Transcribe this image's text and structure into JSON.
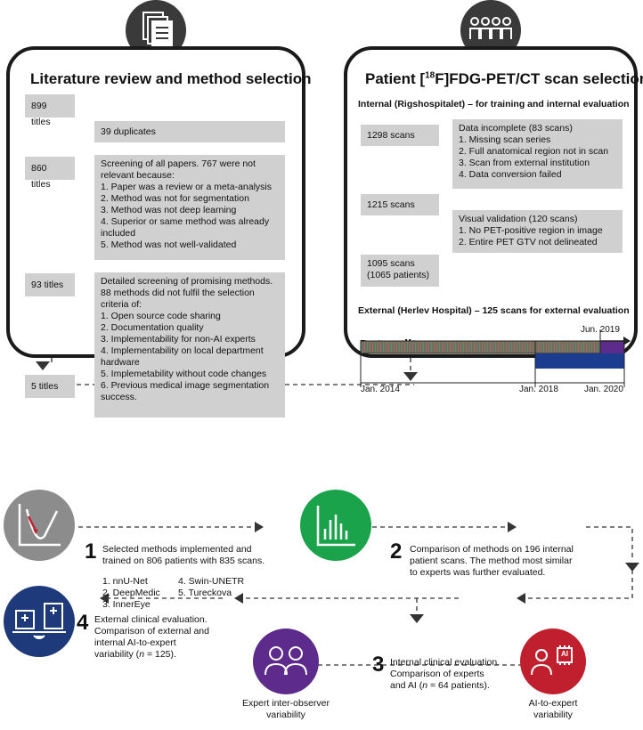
{
  "lit": {
    "title": "Literature review and method selection",
    "b899": "899 titles",
    "b39": "39 duplicates",
    "b860": "860 titles",
    "screen": [
      "Screening of all papers. 767 were not",
      "relevant because:",
      "1. Paper was a review or a meta-analysis",
      "2. Method was not for segmentation",
      "3. Method was not deep learning",
      "4. Superior or same method was already",
      "included",
      "5. Method was not well-validated"
    ],
    "b93": "93 titles",
    "detail": [
      "Detailed screening of promising methods.",
      "88 methods did not fulfil the selection",
      "criteria of:",
      "1. Open source code sharing",
      "2. Documentation quality",
      "3. Implementability for non-AI experts",
      "4. Implementability on local department",
      "hardware",
      "5. Implemetability without code changes",
      "6. Previous medical image segmentation",
      "success."
    ],
    "b5": "5 titles"
  },
  "pat": {
    "title_pre": "Patient [",
    "title_sup": "18",
    "title_post": "F]FDG-PET/CT scan selection",
    "internal": "Internal (Rigshospitalet) – for training and internal evaluation",
    "b1298": "1298 scans",
    "incomplete": [
      "Data incomplete (83 scans)",
      "1. Missing scan series",
      "2. Full anatomical region not in scan",
      "3. Scan from external institution",
      "4. Data conversion failed"
    ],
    "b1215": "1215 scans",
    "visual": [
      "Visual validation (120 scans)",
      "1. No PET-positive region in image",
      "2. Entire PET GTV not delineated"
    ],
    "b1095": [
      "1095 scans",
      "(1065 patients)"
    ],
    "external": "External (Herlev Hospital) – 125 scans for external evaluation",
    "datasplit": "Datasplit",
    "dates": {
      "d1": "Jan. 2014",
      "d2": "Jan. 2018",
      "d3": "Jan. 2020",
      "d4": "Jun. 2019"
    }
  },
  "steps": {
    "s1": {
      "num": "1",
      "text": [
        "Selected methods implemented and",
        "trained on 806 patients with 835 scans."
      ],
      "methods_a": [
        "1. nnU-Net",
        "2. DeepMedic",
        "3. InnerEye"
      ],
      "methods_b": [
        "4. Swin-UNETR",
        "5. Tureckova"
      ]
    },
    "s2": {
      "num": "2",
      "text": [
        "Comparison of methods on 196 internal",
        "patient scans. The method most similar",
        "to experts was further evaluated."
      ]
    },
    "s3": {
      "num": "3",
      "text_a": "Internal clinical evaluation.",
      "text_b": "Comparison of experts",
      "text_c": "and AI (",
      "n": "n",
      "text_d": " = 64 patients)."
    },
    "s4": {
      "num": "4",
      "text_a": "External clinical evaluation.",
      "text_b": "Comparison of external and",
      "text_c": "internal AI-to-expert",
      "text_d": "variability (",
      "n": "n",
      "text_e": " = 125)."
    },
    "expert": [
      "Expert inter-observer",
      "variability"
    ],
    "ai": [
      "AI-to-expert",
      "variability"
    ],
    "ai_badge": "AI"
  },
  "colors": {
    "red": "#c0202e",
    "green": "#1aa34a",
    "navy": "#1f3a7a",
    "purple": "#5d2b8c",
    "gray_icon": "#8c8c8c",
    "box": "#d0d0d0",
    "blue_bar": "#1c3d8f",
    "red_bar": "#d11f2e"
  }
}
